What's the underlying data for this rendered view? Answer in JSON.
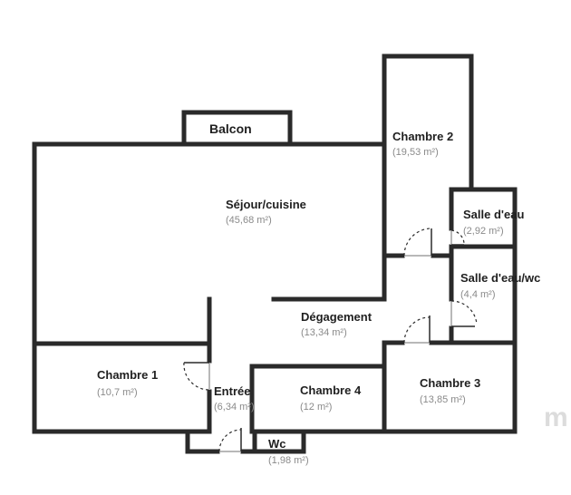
{
  "rooms": {
    "balcon": {
      "name": "Balcon"
    },
    "chambre2": {
      "name": "Chambre 2",
      "area": "(19,53 m²)"
    },
    "sejour": {
      "name": "Séjour/cuisine",
      "area": "(45,68 m²)"
    },
    "salle_eau": {
      "name": "Salle d'eau",
      "area": "(2,92 m²)"
    },
    "salle_eau_wc": {
      "name": "Salle d'eau/wc",
      "area": "(4,4 m²)"
    },
    "degagement": {
      "name": "Dégagement",
      "area": "(13,34 m²)"
    },
    "chambre1": {
      "name": "Chambre 1",
      "area": "(10,7 m²)"
    },
    "entree": {
      "name": "Entrée",
      "area": "(6,34 m²)"
    },
    "chambre4": {
      "name": "Chambre 4",
      "area": "(12 m²)"
    },
    "chambre3": {
      "name": "Chambre 3",
      "area": "(13,85 m²)"
    },
    "wc": {
      "name": "Wc",
      "area": "(1,98 m²)"
    }
  },
  "colors": {
    "wall": "#2a2a2a",
    "name": "#1f1f1f",
    "area": "#8a8a8a"
  }
}
